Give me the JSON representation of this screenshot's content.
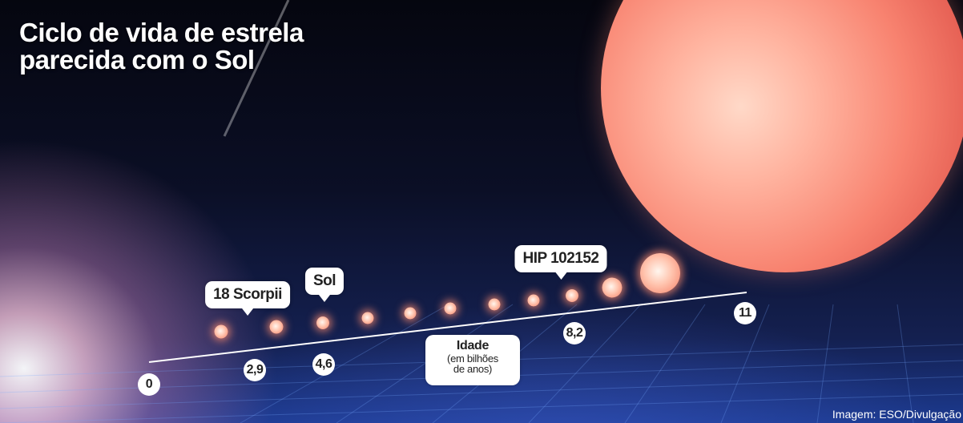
{
  "title": {
    "line1": "Ciclo de vida de estrela",
    "line2": "parecida com o Sol"
  },
  "labels": {
    "scorpii": "18 Scorpii",
    "sol": "Sol",
    "hip": "HIP 102152"
  },
  "ages": {
    "start": "0",
    "scorpii": "2,9",
    "sol": "4,6",
    "hip": "8,2",
    "end": "11"
  },
  "axis_title": {
    "main": "Idade",
    "sub1": "(em bilhões",
    "sub2": "de anos)"
  },
  "credit": "Imagem: ESO/Divulgação",
  "colors": {
    "star_glow": "#f47e66",
    "giant_star": "#f88370",
    "label_bg": "#ffffff"
  }
}
